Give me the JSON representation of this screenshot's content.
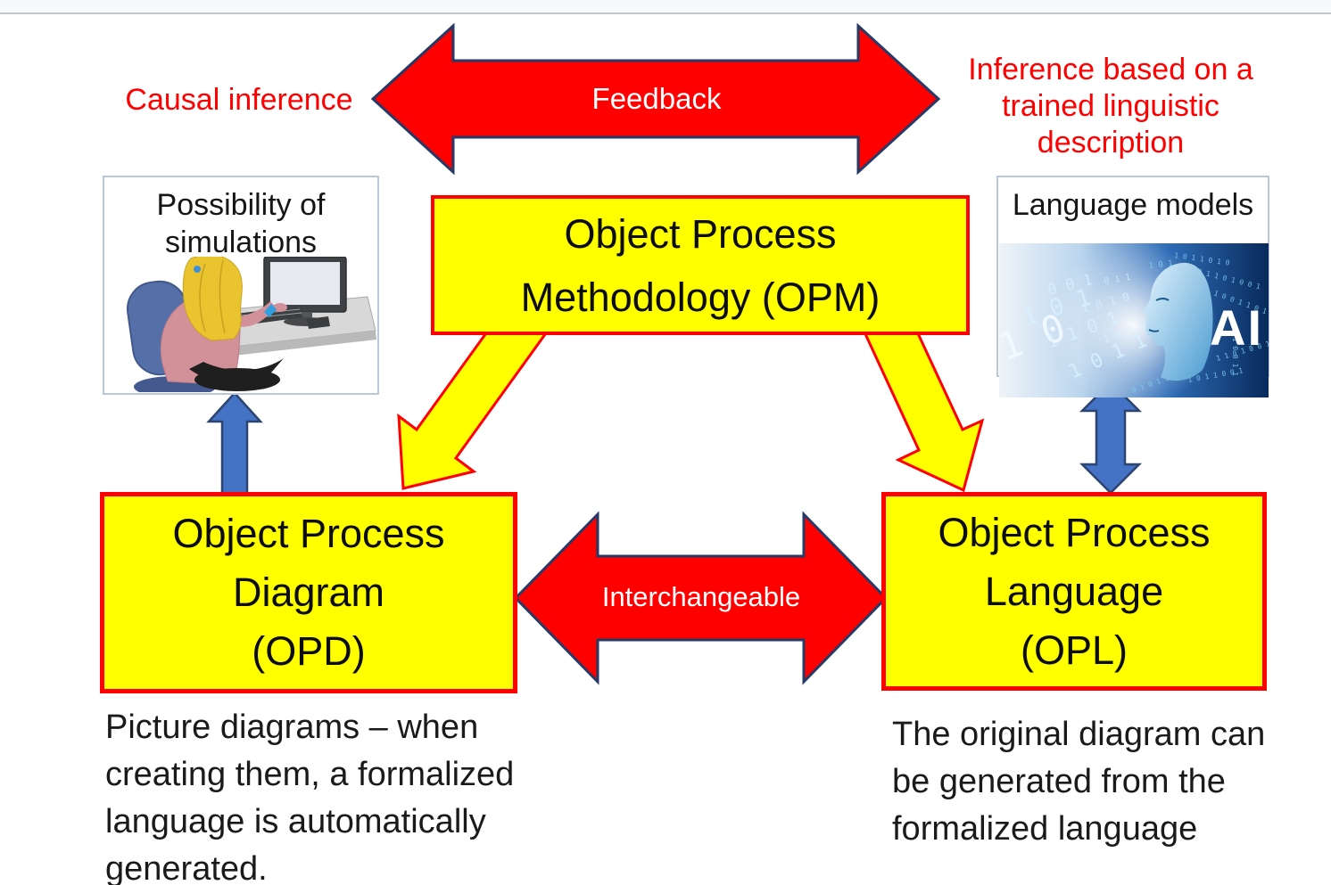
{
  "colors": {
    "red": "#ff0000",
    "yellow": "#ffff00",
    "blue_arrow": "#4472c4",
    "dark_outline": "#253a66",
    "light_blue_border": "#b9c7e2"
  },
  "annotations": {
    "causal_inference": "Causal inference",
    "inference": [
      "Inference based on a",
      "trained linguistic",
      "description"
    ]
  },
  "arrows": {
    "feedback_label": "Feedback",
    "interchangeable_label": "Interchangeable"
  },
  "boxes": {
    "simulations": {
      "line1": "Possibility of",
      "line2": "simulations"
    },
    "opm": {
      "line1": "Object Process",
      "line2": "Methodology (OPM)"
    },
    "language_models": {
      "title": "Language models",
      "ai_label": "AI"
    },
    "opd": {
      "line1": "Object Process",
      "line2": "Diagram",
      "line3": "(OPD)"
    },
    "opl": {
      "line1": "Object Process",
      "line2": "Language",
      "line3": "(OPL)"
    }
  },
  "ai": {
    "binary": [
      "1 0",
      "1 0 1",
      "0 0 1",
      "1 1 0 1",
      "1 0 1 1 0",
      "1 0 1 0",
      "0 1 1",
      "1 0 1 1",
      "1 0 1 1 0 1 0",
      "0 1 1 0 1 0 0 1",
      "1 0 0 1 1 0 1",
      "1 1 0 1 0 0 1 0",
      "1 0 1 1 0 0 1",
      "0 1 0 1 1 0 1 0",
      "1 0 1",
      "0 1 0 0 1 1"
    ]
  },
  "paragraphs": {
    "opd_note": [
      "Picture diagrams – when",
      "creating them, a formalized",
      "language is automatically",
      "generated."
    ],
    "opl_note": [
      "The original diagram can",
      "be generated from the",
      "formalized language"
    ]
  }
}
